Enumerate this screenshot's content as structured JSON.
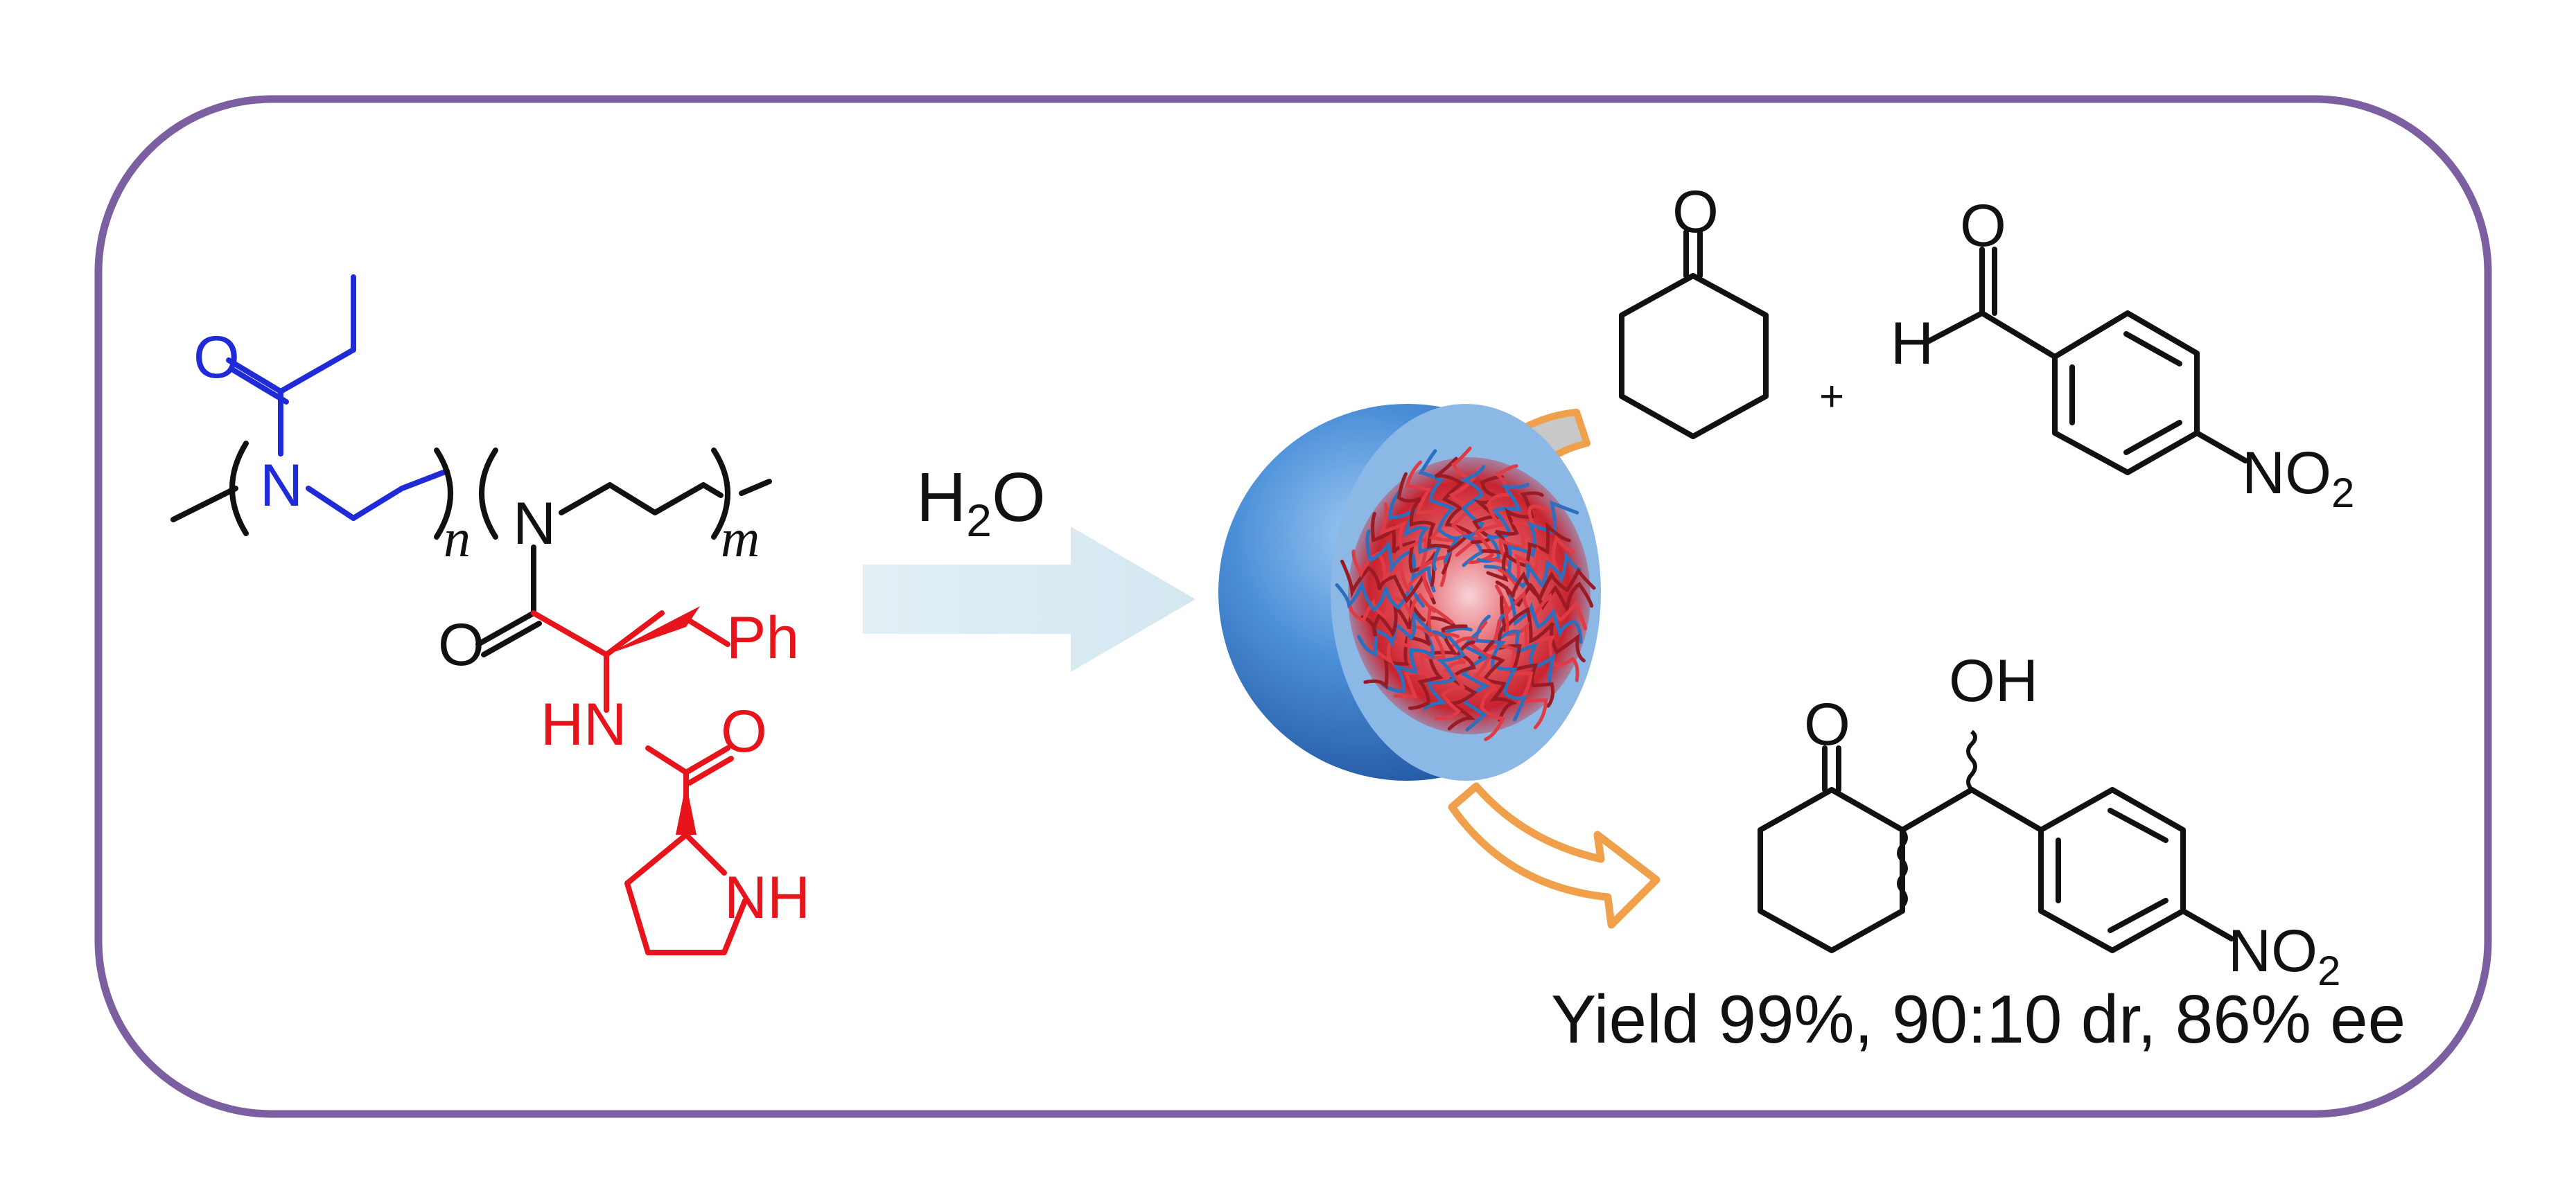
{
  "colors": {
    "frame": "#7b5fa0",
    "hydrophilic_block": "#1f2bd6",
    "catalytic_block": "#e8141c",
    "bonds": "#111111",
    "arrow": "#d7eaf2",
    "micelle_shell": "#3f86cf",
    "micelle_core": "#e2444e",
    "process_arrow": "#f0a04b"
  },
  "polymer": {
    "carbonyl_O": "O",
    "block1_N": "N",
    "block2_N": "N",
    "subscript_n": "n",
    "subscript_m": "m",
    "amide_O": "O",
    "phenyl": "Ph",
    "amide_NH": "HN",
    "proline_O": "O",
    "proline_NH": "NH"
  },
  "arrow": {
    "solvent": "H",
    "solvent_sub": "2",
    "solvent_tail": "O"
  },
  "reactants": {
    "ketone_O": "O",
    "aldehyde_O": "O",
    "aldehyde_H": "H",
    "plus": "+",
    "nitro": "NO",
    "nitro_sub": "2"
  },
  "product": {
    "ketone_O": "O",
    "hydroxyl": "OH",
    "nitro": "NO",
    "nitro_sub": "2"
  },
  "result": {
    "text": "Yield 99%, 90:10 dr, 86% ee"
  }
}
